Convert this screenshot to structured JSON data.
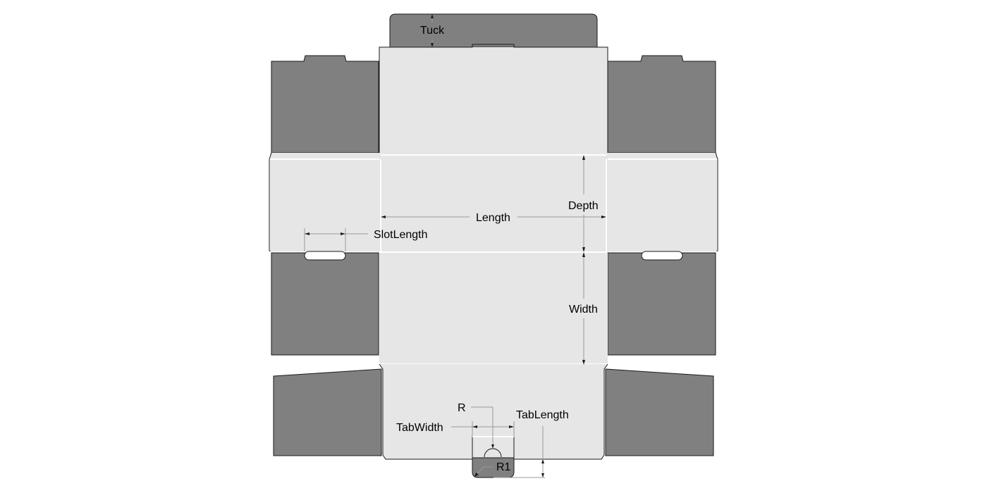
{
  "diagram": {
    "type": "box-dieline",
    "colors": {
      "flap": "#808080",
      "panel": "#e6e6e6",
      "background": "#ffffff",
      "cut_line": "#1a1a1a",
      "fold_line": "#ffffff",
      "dimension_line": "#999999"
    },
    "labels": {
      "tuck": "Tuck",
      "length": "Length",
      "depth": "Depth",
      "width": "Width",
      "slot_length": "SlotLength",
      "r": "R",
      "tab_width": "TabWidth",
      "tab_length": "TabLength",
      "r1": "R1"
    }
  }
}
